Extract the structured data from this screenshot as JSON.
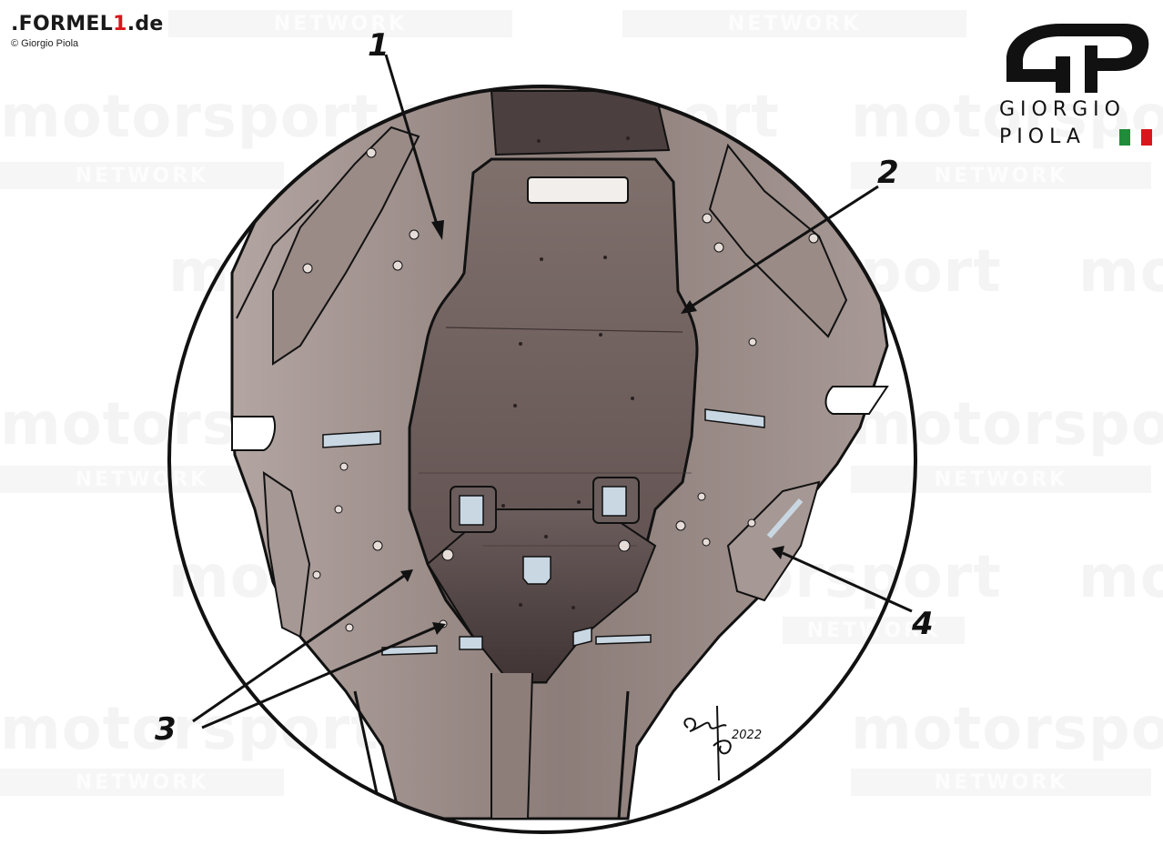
{
  "header": {
    "brand_prefix": ".FORMEL",
    "brand_one": "1",
    "brand_suffix": ".de",
    "credit": "© Giorgio Piola"
  },
  "watermark": {
    "word": "motorsport",
    "tag": "NETWORK"
  },
  "artist_logo": {
    "line1": "GIORGIO",
    "line2": "PIOLA",
    "flag_colors": [
      "#1e8c3a",
      "#ffffff",
      "#d9161c"
    ]
  },
  "callouts": [
    "1",
    "2",
    "3",
    "4"
  ],
  "signature": "2022",
  "colors": {
    "floor_light": "#a39490",
    "floor_mid": "#7d6f6b",
    "floor_dark": "#57494a",
    "plank": "#4a3d3d",
    "outline": "#111111",
    "highlight": "#dcd0cc"
  }
}
